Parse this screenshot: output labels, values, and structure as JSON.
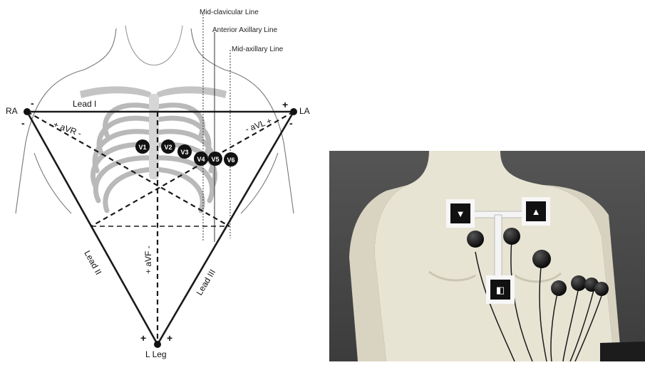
{
  "diagram": {
    "lines": {
      "midclavicular": "Mid-clavicular Line",
      "anterior_axillary": "Anterior Axillary Line",
      "midaxillary": "Mid-axillary Line"
    },
    "limb": {
      "ra": "RA",
      "la": "LA",
      "lleg": "L Leg"
    },
    "leads": {
      "lead1": "Lead I",
      "lead2": "Lead II",
      "lead3": "Lead III",
      "avr": "+ aVR -",
      "avl": "- aVL +",
      "avf": "+ aVF -"
    },
    "signs": {
      "minus": "-",
      "plus": "+"
    },
    "electrodes": [
      "V1",
      "V2",
      "V3",
      "V4",
      "V5",
      "V6"
    ]
  },
  "photo": {
    "markers": [
      "▼",
      "▲",
      "◧"
    ]
  },
  "colors": {
    "line": "#1a1a1a",
    "bone": "#b5b5b5",
    "electrode": "#111111",
    "photo_bg": "#4f4f4f",
    "mannequin": "#e9e5d6"
  }
}
